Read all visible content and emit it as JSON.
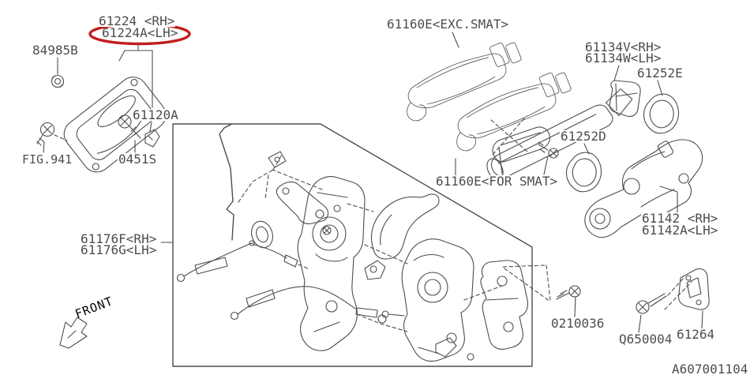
{
  "figure": {
    "code": "A607001104",
    "front_label": "FRONT",
    "line_color": "#4d4d4d",
    "highlight_color": "#c21d1d",
    "background_color": "#ffffff"
  },
  "labels": {
    "p61224_rh": "61224 <RH>",
    "p61224a_lh": "61224A<LH>",
    "p84985b": "84985B",
    "p61120a": "61120A",
    "fig941": "FIG.941",
    "p0451s": "0451S",
    "p61176f_rh": "61176F<RH>",
    "p61176g_lh": "61176G<LH>",
    "p61160e_exc_smat": "61160E<EXC.SMAT>",
    "p61160e_for_smat": "61160E<FOR SMAT>",
    "p61134v_rh": "61134V<RH>",
    "p61134w_lh": "61134W<LH>",
    "p61252e": "61252E",
    "p61252d": "61252D",
    "p61142_rh": "61142 <RH>",
    "p61142a_lh": "61142A<LH>",
    "p0210036": "0210036",
    "pq650004": "Q650004",
    "p61264": "61264"
  }
}
